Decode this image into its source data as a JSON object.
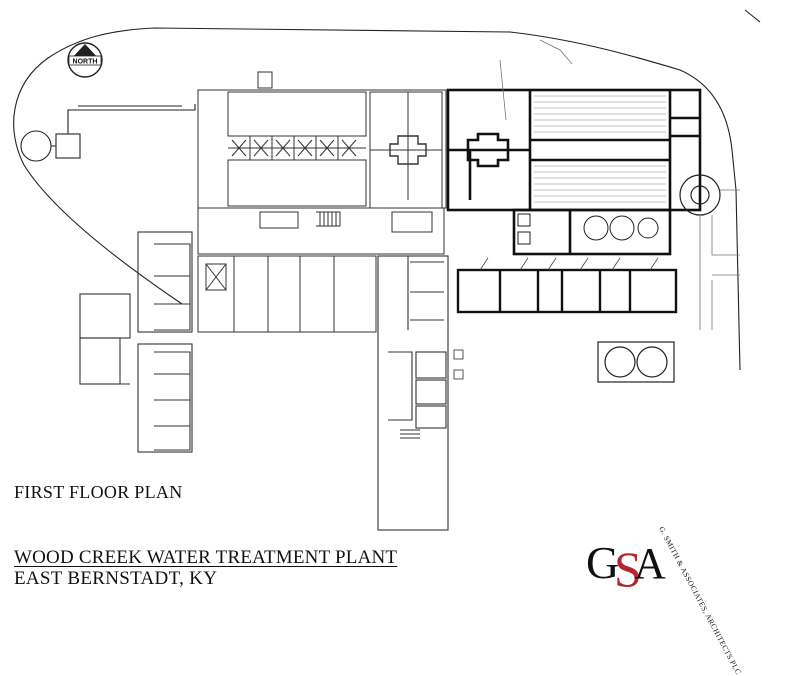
{
  "drawing": {
    "sheet_title": "FIRST FLOOR PLAN",
    "project_name": "WOOD CREEK WATER TREATMENT PLANT",
    "project_location": "EAST BERNSTADT, KY"
  },
  "north_arrow": {
    "label": "NORTH",
    "icon": "north-arrow-icon"
  },
  "firm": {
    "logo_letters": "GSA",
    "name": "G. SMITH & ASSOCIATES, ARCHITECTS PLC",
    "colors": {
      "primary": "#111111",
      "accent": "#b3262e"
    }
  },
  "colors": {
    "line": "#222222",
    "light_line": "#9a9a9a",
    "heavy_wall": "#111111",
    "background": "#ffffff"
  }
}
